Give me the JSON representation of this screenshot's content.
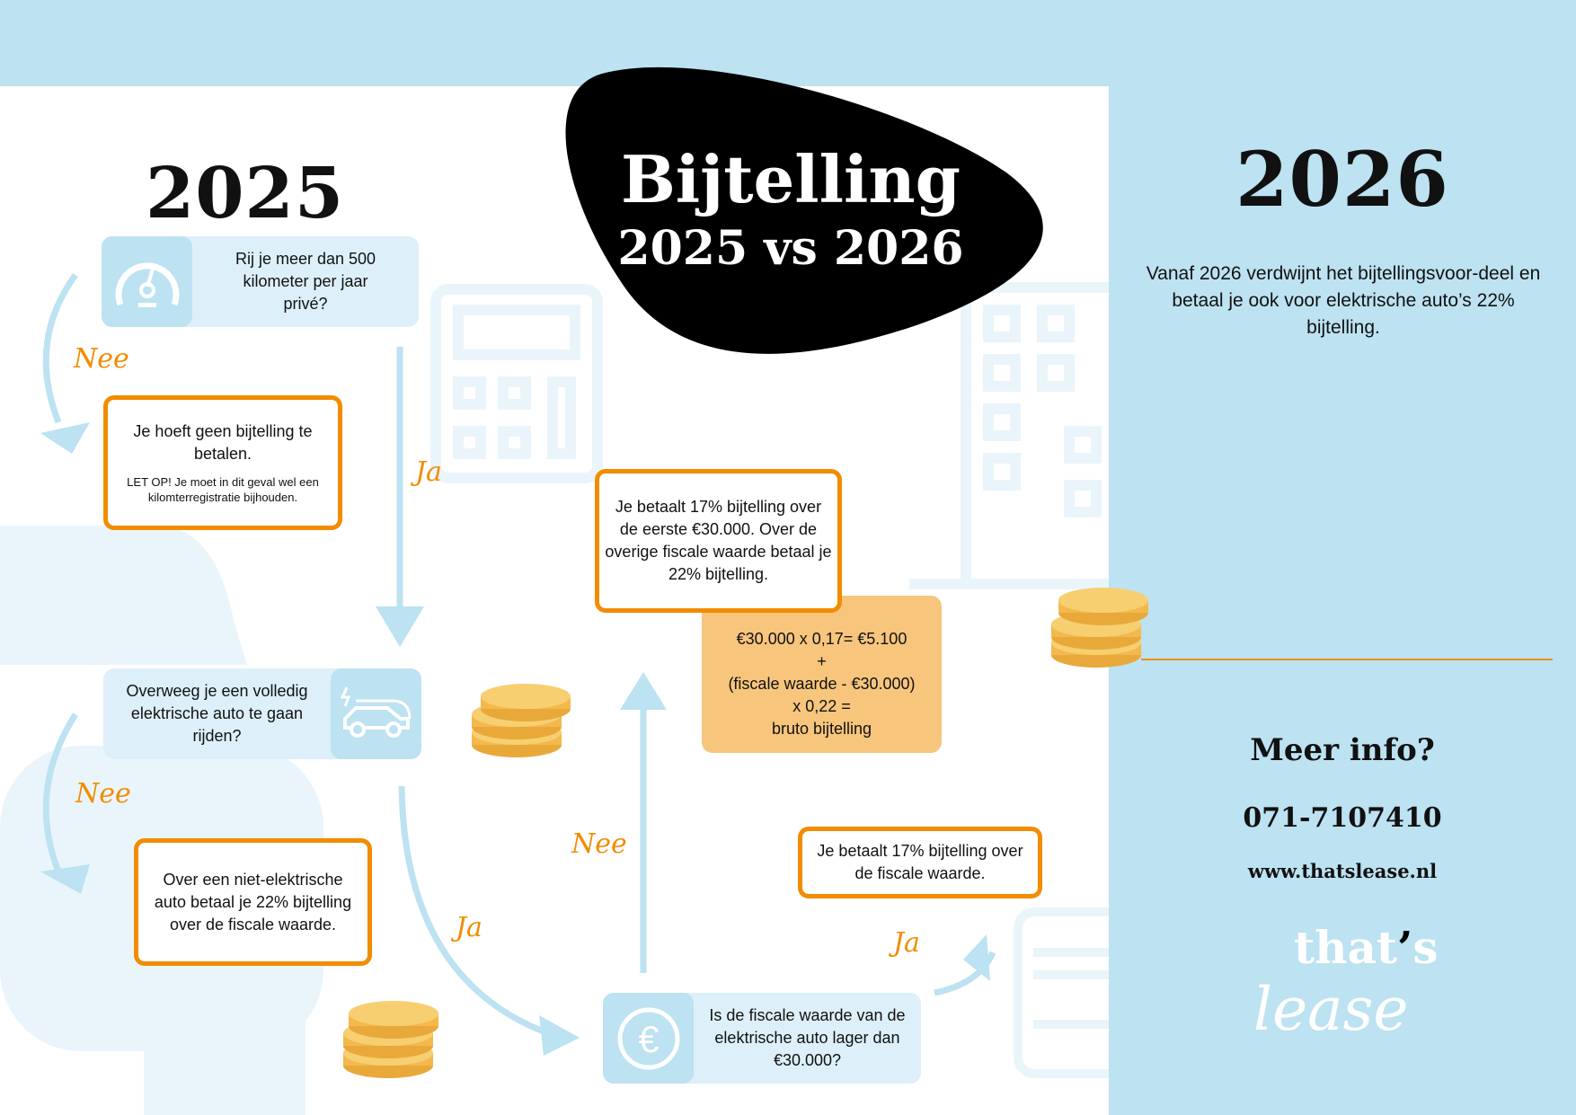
{
  "title": {
    "line1": "Bijtelling",
    "line2": "2025 vs 2026"
  },
  "left": {
    "year": "2025"
  },
  "flow": {
    "q1": "Rij je meer dan 500 kilometer per jaar privé?",
    "q2": "Overweeg je een volledig elektrische auto te gaan rijden?",
    "q3": "Is de fiscale waarde van de elektrische auto lager dan €30.000?",
    "no_tax": "Je hoeft geen bijtelling te betalen.",
    "no_tax_note": "LET OP! Je moet in dit geval wel een kilomterregistratie bijhouden.",
    "non_electric": "Over een niet-elektrische auto betaal je 22% bijtelling over de fiscale waarde.",
    "split": "Je betaalt 17% bijtelling over de eerste €30.000. Over de overige fiscale waarde betaal je 22% bijtelling.",
    "formula": [
      "€30.000 x 0,17= €5.100",
      "+",
      "(fiscale waarde - €30.000)",
      "x 0,22 =",
      "bruto bijtelling"
    ],
    "low": "Je betaalt 17% bijtelling over de fiscale waarde.",
    "labels": {
      "nee1": "Nee",
      "ja1": "Ja",
      "nee2": "Nee",
      "ja2": "Ja",
      "nee3": "Nee",
      "ja3": "Ja"
    }
  },
  "right": {
    "year": "2026",
    "text": "Vanaf 2026 verdwijnt het bijtellingsvoor-deel en betaal je ook voor elektrische auto’s 22% bijtelling.",
    "info_title": "Meer info?",
    "phone": "071-7107410",
    "website": "www.thatslease.nl",
    "logo": "that’s lease"
  },
  "colors": {
    "blue": "#bde2f2",
    "box": "#ddf0f9",
    "orange": "#f28c00",
    "formula": "#f7c57c"
  }
}
